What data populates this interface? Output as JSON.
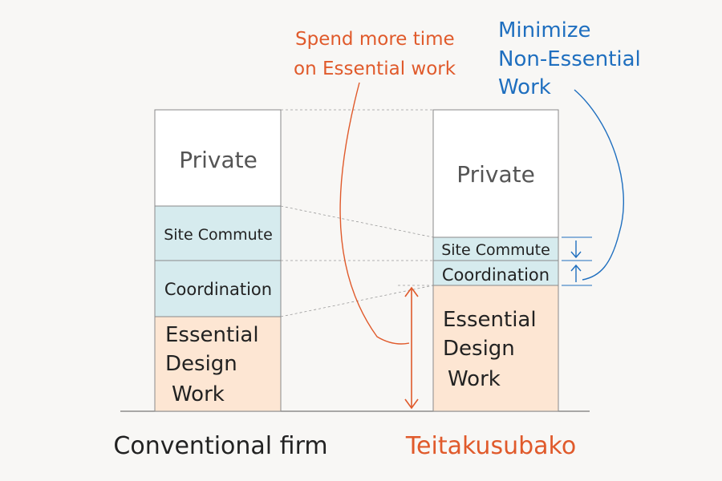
{
  "colors": {
    "private": "#ffffff",
    "non_essential": "#d6ebee",
    "essential": "#fde6d3",
    "accent_red": "#e05a2b",
    "accent_blue": "#1f6fbf",
    "text": "#222222"
  },
  "columns": [
    {
      "name": "Conventional firm",
      "segments": [
        {
          "key": "private",
          "label": "Private"
        },
        {
          "key": "site_commute",
          "label": "Site Commute"
        },
        {
          "key": "coordination",
          "label": "Coordination"
        },
        {
          "key": "essential",
          "label_lines": [
            "Essential",
            "Design",
            "Work"
          ]
        }
      ]
    },
    {
      "name": "Teitakusubako",
      "segments": [
        {
          "key": "private",
          "label": "Private"
        },
        {
          "key": "site_commute",
          "label": "Site Commute"
        },
        {
          "key": "coordination",
          "label": "Coordination"
        },
        {
          "key": "essential",
          "label_lines": [
            "Essential",
            "Design",
            "Work"
          ]
        }
      ]
    }
  ],
  "annotations": {
    "spend_more": [
      "Spend more time",
      "on Essential work"
    ],
    "minimize": [
      "Minimize",
      "Non-Essential",
      "Work"
    ]
  },
  "icons": {
    "down_arrow": "down-arrow-icon",
    "up_arrow": "up-arrow-icon",
    "double_arrow": "double-arrow-icon"
  }
}
